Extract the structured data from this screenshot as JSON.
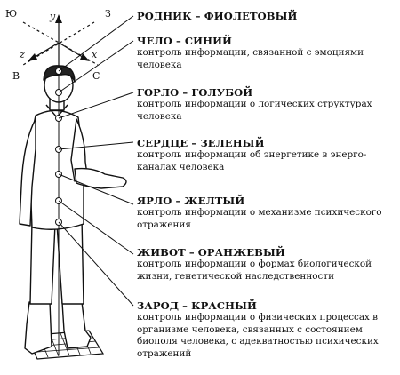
{
  "compass": {
    "axis_y": "y",
    "axis_z": "z",
    "axis_x": "x",
    "dir_north": "Ю",
    "dir_east": "З",
    "dir_west": "В",
    "dir_south": "С"
  },
  "chakras": [
    {
      "title": "РОДНИК – ФИОЛЕТОВЫЙ",
      "desc": ""
    },
    {
      "title": "ЧЕЛО – СИНИЙ",
      "desc": "контроль информации, связанной с эмоциями человека"
    },
    {
      "title": "ГОРЛО – ГОЛУБОЙ",
      "desc": "контроль информации о логических структурах человека"
    },
    {
      "title": "СЕРДЦЕ – ЗЕЛЕНЫЙ",
      "desc": "контроль информации об энергетике в энерго-каналах человека"
    },
    {
      "title": "ЯРЛО – ЖЕЛТЫЙ",
      "desc": "контроль информации о механизме психического отражения"
    },
    {
      "title": "ЖИВОТ – ОРАНЖЕВЫЙ",
      "desc": "контроль информации о формах биологической жизни, генетической наследственности"
    },
    {
      "title": "ЗАРОД – КРАСНЫЙ",
      "desc": "контроль информации о физических процессах в организме человека, связанных с состоянием биополя человека, с адекватностью психических отражений"
    }
  ]
}
